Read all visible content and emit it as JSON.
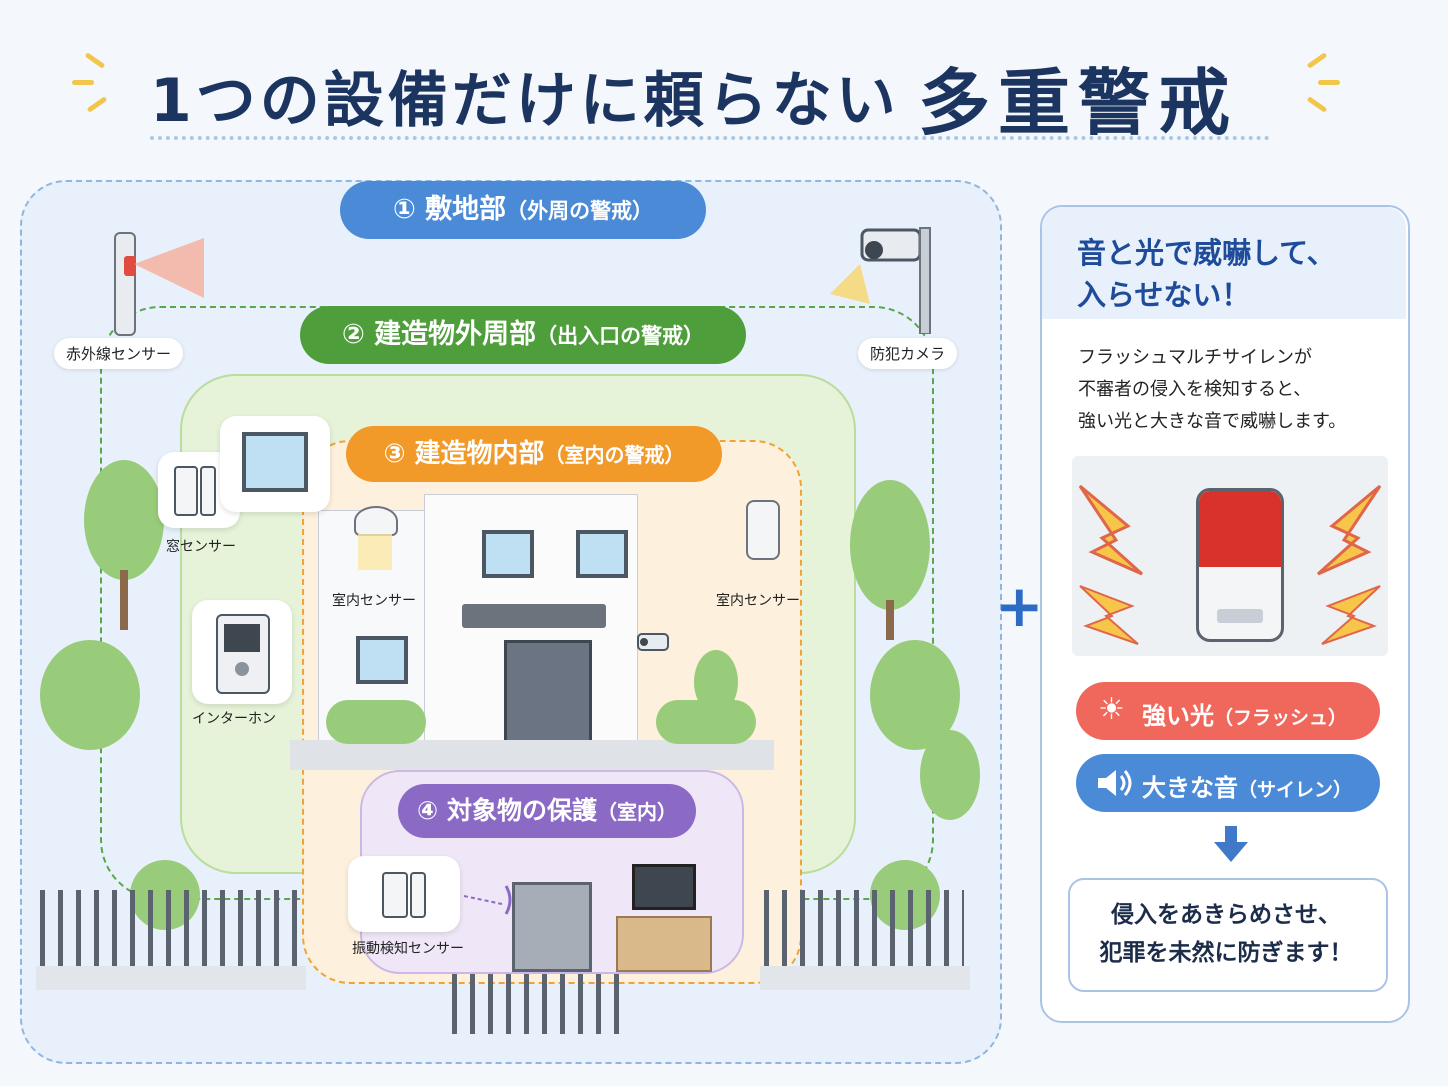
{
  "title": {
    "main": "1つの設備だけに頼らない",
    "emphasis": "多重警戒"
  },
  "zones": [
    {
      "number": "①",
      "label": "敷地部",
      "sub": "（外周の警戒）",
      "color": "#4a8ad6"
    },
    {
      "number": "②",
      "label": "建造物外周部",
      "sub": "（出入口の警戒）",
      "color": "#4f9e3c"
    },
    {
      "number": "③",
      "label": "建造物内部",
      "sub": "（室内の警戒）",
      "color": "#f19a2a"
    },
    {
      "number": "④",
      "label": "対象物の保護",
      "sub": "（室内）",
      "color": "#8b6ac6"
    }
  ],
  "devices": {
    "infrared": "赤外線センサー",
    "camera": "防犯カメラ",
    "window_sensor": "窓センサー",
    "indoor_sensor_left": "室内センサー",
    "indoor_sensor_right": "室内センサー",
    "intercom": "インターホン",
    "vibration_sensor": "振動検知センサー"
  },
  "plus": "+",
  "panel": {
    "title_line1": "音と光で威嚇して、",
    "title_line2": "入らせない！",
    "desc_line1": "フラッシュマルチサイレンが",
    "desc_line2": "不審者の侵入を検知すると、",
    "desc_line3": "強い光と大きな音で威嚇します。",
    "light_label": "強い光",
    "light_sub": "（フラッシュ）",
    "sound_label": "大きな音",
    "sound_sub": "（サイレン）",
    "result_line1": "侵入をあきらめさせ、",
    "result_line2": "犯罪を未然に防ぎます！"
  }
}
